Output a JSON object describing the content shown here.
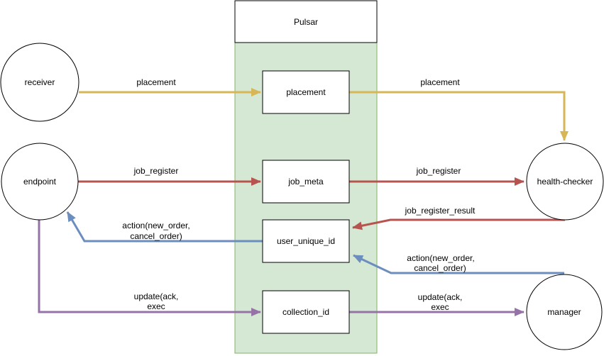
{
  "diagram": {
    "container": {
      "title": "Pulsar"
    },
    "nodes": {
      "receiver": {
        "label": "receiver"
      },
      "endpoint": {
        "label": "endpoint"
      },
      "health_checker": {
        "label": "health-checker"
      },
      "manager": {
        "label": "manager"
      },
      "placement": {
        "label": "placement"
      },
      "job_meta": {
        "label": "job_meta"
      },
      "user_unique_id": {
        "label": "user_unique_id"
      },
      "collection_id": {
        "label": "collection_id"
      }
    },
    "edges": {
      "receiver_to_placement": {
        "label": "placement"
      },
      "placement_to_health_checker": {
        "label": "placement"
      },
      "endpoint_to_job_meta": {
        "label": "job_register"
      },
      "job_meta_to_health_checker": {
        "label": "job_register"
      },
      "health_checker_to_user_unique_id": {
        "label": "job_register_result"
      },
      "user_unique_id_to_endpoint": {
        "lines": [
          "action(new_order,",
          "cancel_order)"
        ]
      },
      "manager_to_user_unique_id": {
        "lines": [
          "action(new_order,",
          "cancel_order)"
        ]
      },
      "endpoint_to_collection_id": {
        "lines": [
          "update(ack,",
          "exec"
        ]
      },
      "collection_id_to_manager": {
        "lines": [
          "update(ack,",
          "exec"
        ]
      }
    },
    "colors": {
      "placement_flow": "#d6b656",
      "job_register_flow": "#b85450",
      "action_flow": "#6c8ebf",
      "update_flow": "#9673a6",
      "pulsar_fill": "#d5e8d4",
      "pulsar_border": "#82b366",
      "node_fill": "#ffffff",
      "node_border": "#000000",
      "text": "#000000",
      "background": "#ffffff"
    }
  }
}
